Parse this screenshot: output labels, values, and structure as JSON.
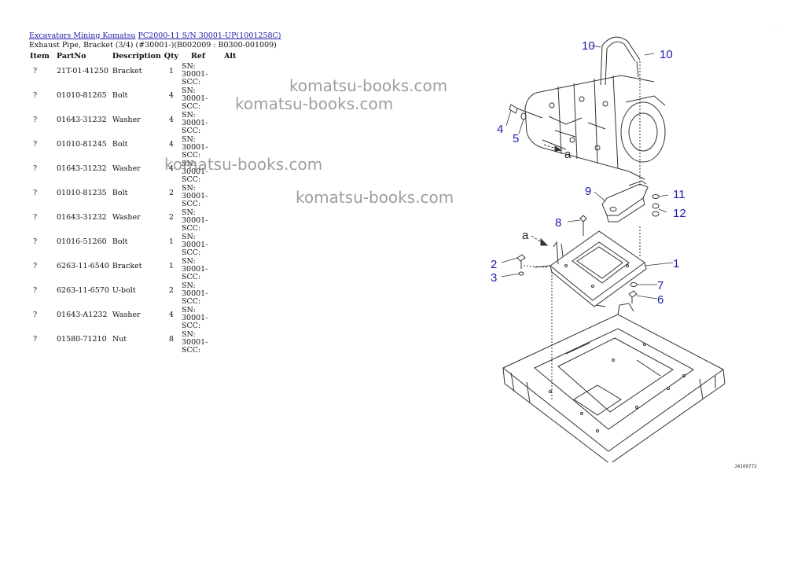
{
  "breadcrumbs": [
    {
      "label": "Excavators Mining Komatsu"
    },
    {
      "label": "PC2000-11 S/N 30001-UP(1001258C)"
    }
  ],
  "subtitle": "Exhaust Pipe, Bracket (3/4) (#30001-)(B002009 : B0300-001009)",
  "table": {
    "headers": [
      "Item",
      "PartNo",
      "Description",
      "Qty",
      "Ref",
      "Alt"
    ],
    "rows": [
      {
        "item": "?",
        "part": "21T-01-41250",
        "desc": "Bracket",
        "qty": "1",
        "ref": "SN: 30001-SCC:",
        "alt": ""
      },
      {
        "item": "?",
        "part": "01010-81265",
        "desc": "Bolt",
        "qty": "4",
        "ref": "SN: 30001-SCC:",
        "alt": ""
      },
      {
        "item": "?",
        "part": "01643-31232",
        "desc": "Washer",
        "qty": "4",
        "ref": "SN: 30001-SCC:",
        "alt": ""
      },
      {
        "item": "?",
        "part": "01010-81245",
        "desc": "Bolt",
        "qty": "4",
        "ref": "SN: 30001-SCC:",
        "alt": ""
      },
      {
        "item": "?",
        "part": "01643-31232",
        "desc": "Washer",
        "qty": "4",
        "ref": "SN: 30001-SCC:",
        "alt": ""
      },
      {
        "item": "?",
        "part": "01010-81235",
        "desc": "Bolt",
        "qty": "2",
        "ref": "SN: 30001-SCC:",
        "alt": ""
      },
      {
        "item": "?",
        "part": "01643-31232",
        "desc": "Washer",
        "qty": "2",
        "ref": "SN: 30001-SCC:",
        "alt": ""
      },
      {
        "item": "?",
        "part": "01016-51260",
        "desc": "Bolt",
        "qty": "1",
        "ref": "SN: 30001-SCC:",
        "alt": ""
      },
      {
        "item": "?",
        "part": "6263-11-6540",
        "desc": "Bracket",
        "qty": "1",
        "ref": "SN: 30001-SCC:",
        "alt": ""
      },
      {
        "item": "?",
        "part": "6263-11-6570",
        "desc": "U-bolt",
        "qty": "2",
        "ref": "SN: 30001-SCC:",
        "alt": ""
      },
      {
        "item": "?",
        "part": "01643-A1232",
        "desc": "Washer",
        "qty": "4",
        "ref": "SN: 30001-SCC:",
        "alt": ""
      },
      {
        "item": "?",
        "part": "01580-71210",
        "desc": "Nut",
        "qty": "8",
        "ref": "SN: 30001-SCC:",
        "alt": ""
      }
    ]
  },
  "watermarks": [
    "komatsu-books.com",
    "komatsu-books.com",
    "komatsu-books.com",
    "komatsu-books.com"
  ],
  "diagram": {
    "callouts": [
      "10",
      "10",
      "4",
      "5",
      "a",
      "9",
      "11",
      "12",
      "8",
      "a",
      "1",
      "2",
      "3",
      "7",
      "6"
    ],
    "figure_code": "J4100772"
  },
  "corner_mark": "·"
}
